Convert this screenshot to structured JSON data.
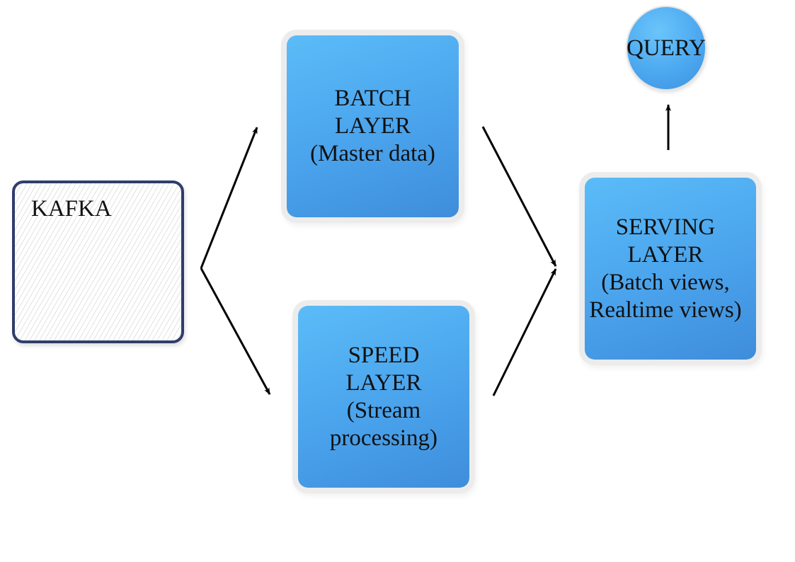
{
  "diagram": {
    "nodes": {
      "kafka": {
        "label": "KAFKA"
      },
      "batch_layer": {
        "lines": [
          "BATCH",
          "LAYER",
          "(Master data)"
        ]
      },
      "speed_layer": {
        "lines": [
          "SPEED",
          "LAYER",
          "(Stream",
          "processing)"
        ]
      },
      "serving_layer": {
        "lines": [
          "SERVING",
          "LAYER",
          "(Batch views,",
          "Realtime views)"
        ]
      },
      "query": {
        "label": "QUERY"
      }
    },
    "edges": [
      {
        "from": "kafka",
        "to": "batch_layer"
      },
      {
        "from": "kafka",
        "to": "speed_layer"
      },
      {
        "from": "batch_layer",
        "to": "serving_layer"
      },
      {
        "from": "speed_layer",
        "to": "serving_layer"
      },
      {
        "from": "serving_layer",
        "to": "query"
      }
    ],
    "colors": {
      "layer_fill": "#4aa3ec",
      "layer_border": "#ececec",
      "kafka_border": "#2f3e6b",
      "arrow": "#000000"
    }
  }
}
